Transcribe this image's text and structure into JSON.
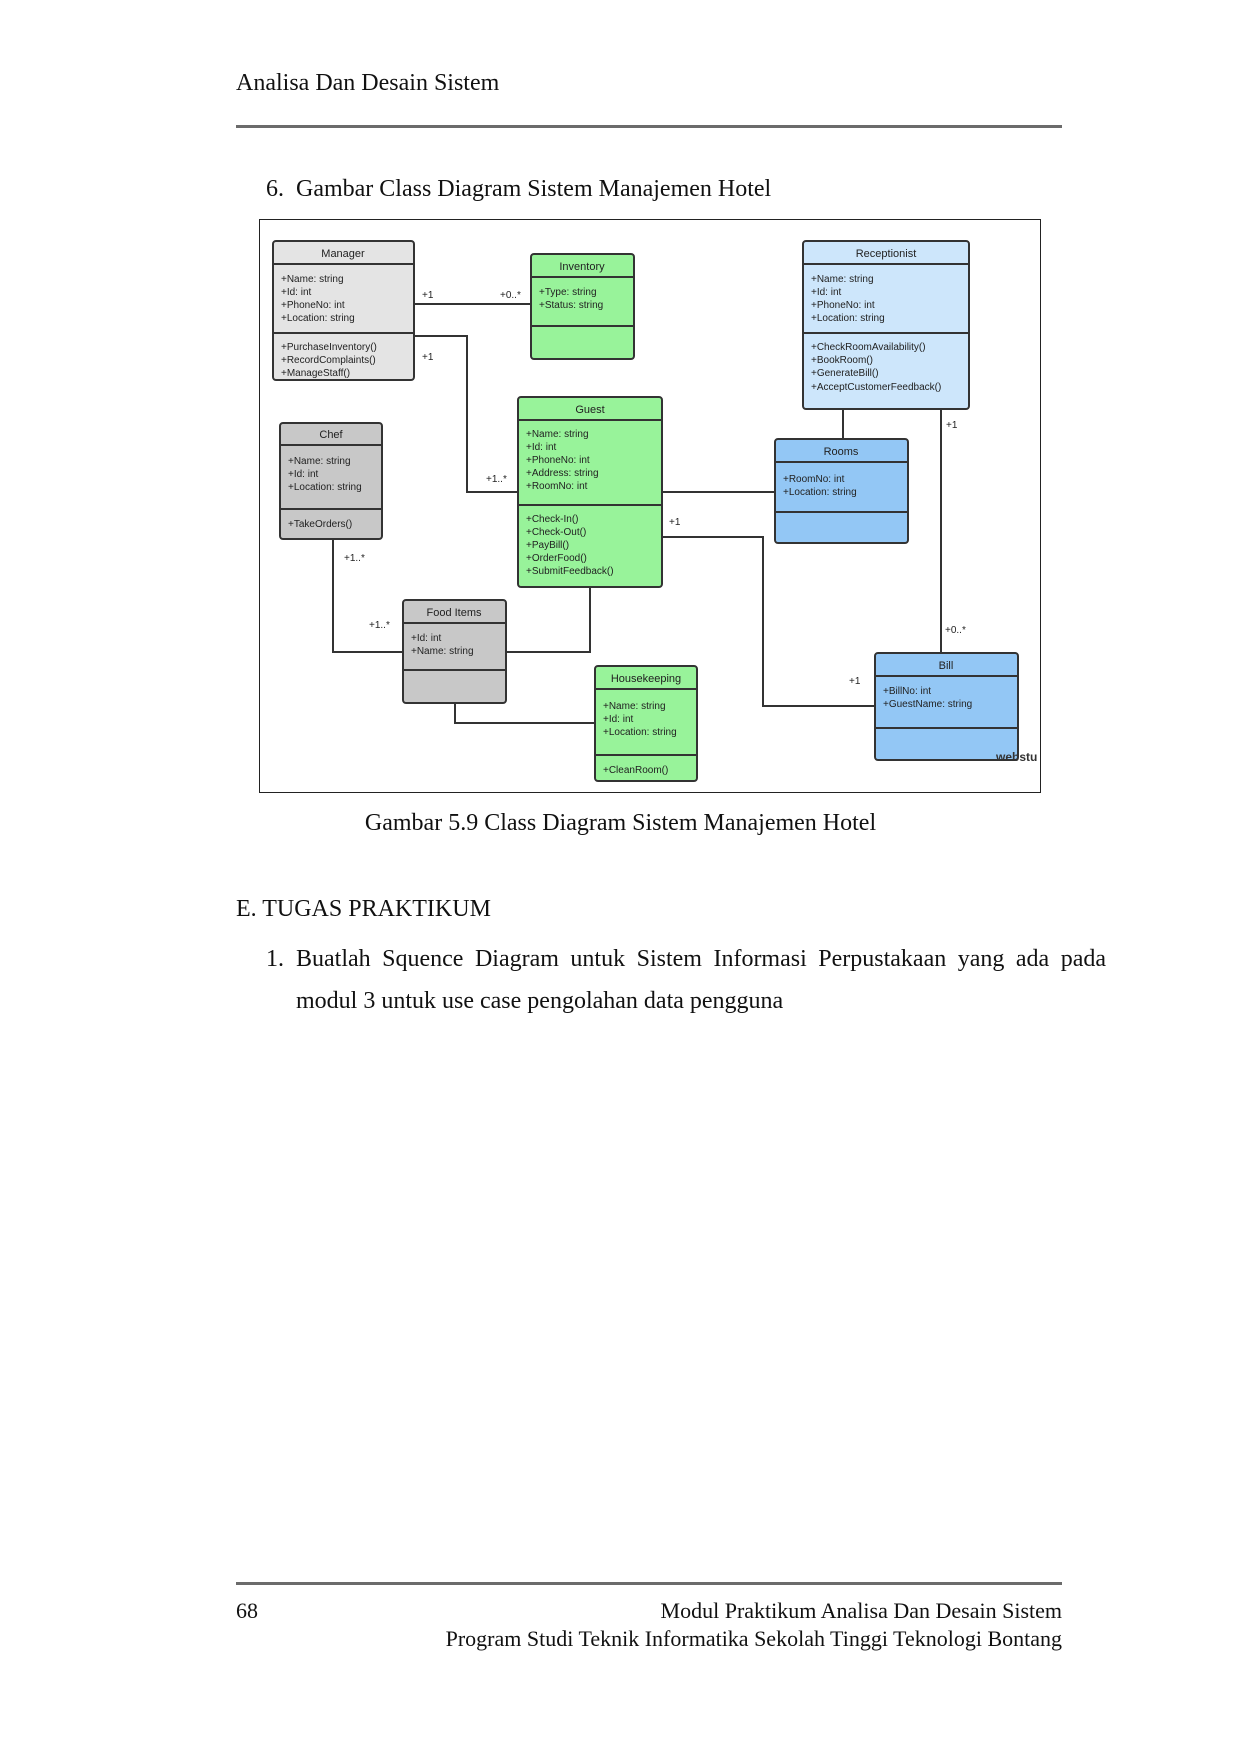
{
  "header": {
    "title": "Analisa Dan Desain Sistem"
  },
  "figure": {
    "heading_number": "6.",
    "heading_text": "Gambar Class Diagram Sistem Manajemen Hotel",
    "caption": "Gambar 5.9 Class Diagram Sistem Manajemen Hotel",
    "watermark": "webstu",
    "colors": {
      "gray": "#e4e4e4",
      "dark_gray": "#c8c8c8",
      "green": "#98f39a",
      "light_blue": "#cde6fb",
      "blue": "#93c7f5"
    },
    "classes": {
      "manager": {
        "name": "Manager",
        "attrs": [
          "+Name: string",
          "+Id: int",
          "+PhoneNo: int",
          "+Location: string"
        ],
        "ops": [
          "+PurchaseInventory()",
          "+RecordComplaints()",
          "+ManageStaff()"
        ]
      },
      "inventory": {
        "name": "Inventory",
        "attrs": [
          "+Type: string",
          "+Status: string"
        ],
        "ops": []
      },
      "receptionist": {
        "name": "Receptionist",
        "attrs": [
          "+Name: string",
          "+Id: int",
          "+PhoneNo: int",
          "+Location: string"
        ],
        "ops": [
          "+CheckRoomAvailability()",
          "+BookRoom()",
          "+GenerateBill()",
          "+AcceptCustomerFeedback()"
        ]
      },
      "chef": {
        "name": "Chef",
        "attrs": [
          "+Name: string",
          "+Id: int",
          "+Location: string"
        ],
        "ops": [
          "+TakeOrders()"
        ]
      },
      "guest": {
        "name": "Guest",
        "attrs": [
          "+Name: string",
          "+Id: int",
          "+PhoneNo: int",
          "+Address: string",
          "+RoomNo: int"
        ],
        "ops": [
          "+Check-In()",
          "+Check-Out()",
          "+PayBill()",
          "+OrderFood()",
          "+SubmitFeedback()"
        ]
      },
      "rooms": {
        "name": "Rooms",
        "attrs": [
          "+RoomNo: int",
          "+Location: string"
        ],
        "ops": []
      },
      "food_items": {
        "name": "Food Items",
        "attrs": [
          "+Id: int",
          "+Name: string"
        ],
        "ops": []
      },
      "housekeeping": {
        "name": "Housekeeping",
        "attrs": [
          "+Name: string",
          "+Id: int",
          "+Location: string"
        ],
        "ops": [
          "+CleanRoom()"
        ]
      },
      "bill": {
        "name": "Bill",
        "attrs": [
          "+BillNo: int",
          "+GuestName: string"
        ],
        "ops": []
      }
    },
    "multiplicities": {
      "manager_inventory_1": "+1",
      "manager_inventory_0n": "+0..*",
      "manager_guest_1": "+1",
      "manager_guest_1n": "+1..*",
      "chef_1n": "+1..*",
      "food_1n": "+1..*",
      "guest_bill_1": "+1",
      "bill_guest_1": "+1",
      "receptionist_bill_1": "+1",
      "receptionist_bill_0n": "+0..*"
    }
  },
  "section": {
    "label": "E. TUGAS PRAKTIKUM"
  },
  "task": {
    "number": "1.",
    "text": "Buatlah Squence Diagram untuk Sistem Informasi Perpustakaan yang ada pada modul 3 untuk use case pengolahan data pengguna"
  },
  "footer": {
    "page_number": "68",
    "line1": "Modul Praktikum Analisa Dan Desain Sistem",
    "line2": "Program Studi Teknik Informatika Sekolah Tinggi Teknologi Bontang"
  }
}
